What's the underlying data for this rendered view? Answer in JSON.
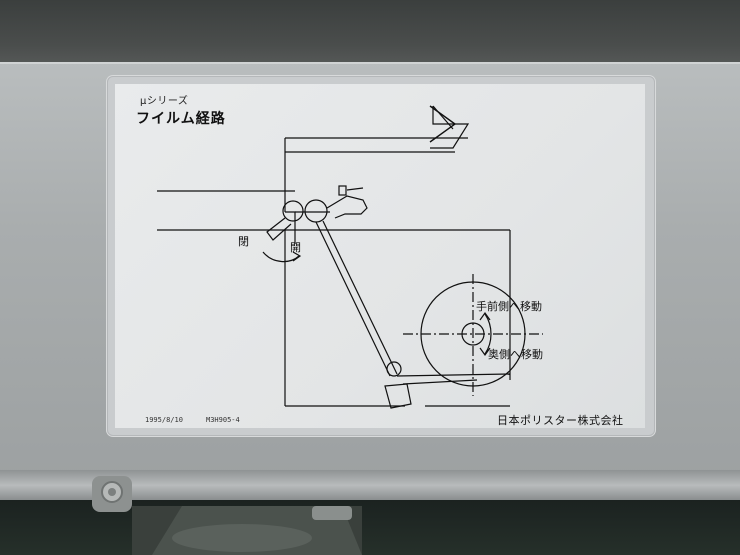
{
  "label": {
    "series": "μシリーズ",
    "title": "フイルム経路",
    "close_text": "閉",
    "open_text": "開",
    "move_front_text": "手前側へ移動",
    "move_back_text": "奥側へ移動",
    "date": "1995/8/10",
    "code": "M3H905-4",
    "company": "日本ポリスター株式会社"
  },
  "colors": {
    "panel": "#a9adae",
    "paper": "#e5e7e8",
    "ink": "#111111",
    "background": "#2a2e2c"
  }
}
